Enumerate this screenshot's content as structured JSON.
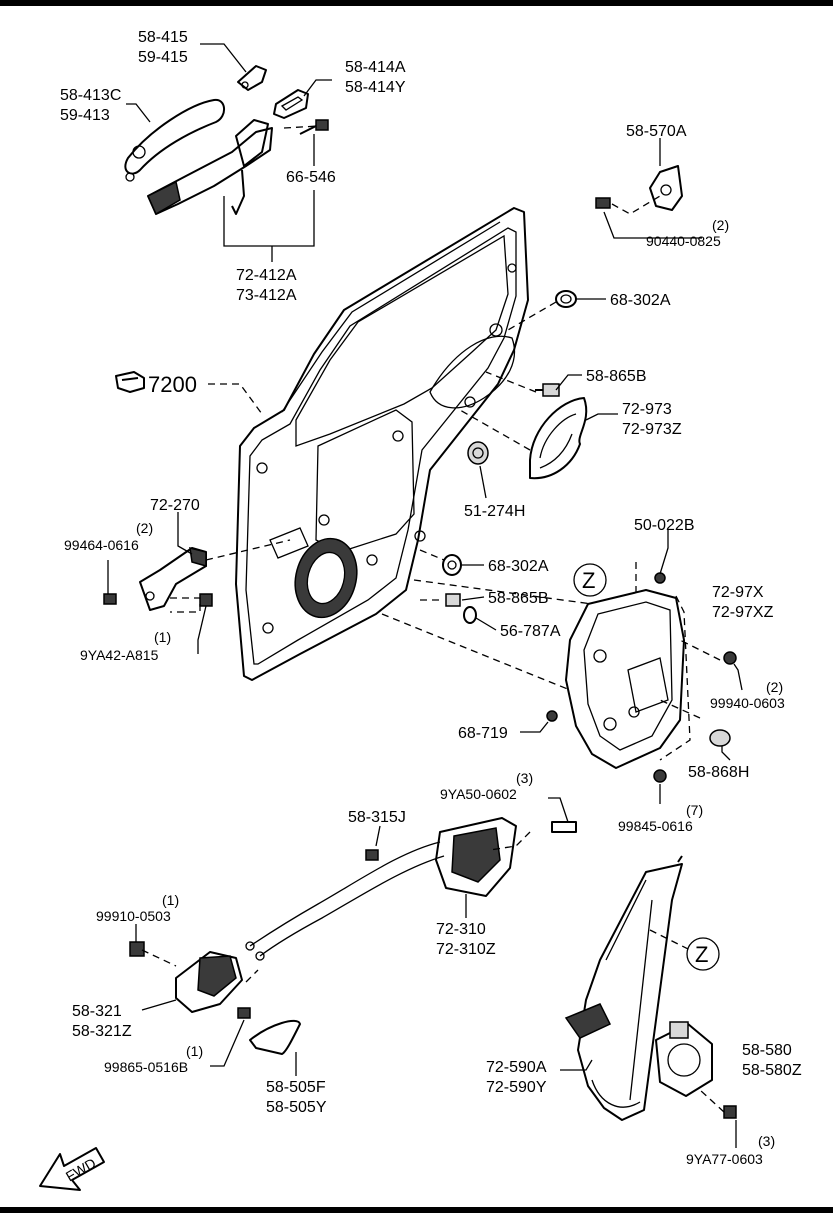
{
  "reference_arrow": {
    "code": "7200"
  },
  "zone_marker": "Z",
  "direction_indicator": "FWD",
  "callouts": [
    {
      "id": "c1",
      "lines": [
        "58-415",
        "59-415"
      ]
    },
    {
      "id": "c2",
      "lines": [
        "58-414A",
        "58-414Y"
      ]
    },
    {
      "id": "c3",
      "lines": [
        "58-413C",
        "59-413"
      ]
    },
    {
      "id": "c4",
      "lines": [
        "66-546"
      ]
    },
    {
      "id": "c5",
      "lines": [
        "72-412A",
        "73-412A"
      ]
    },
    {
      "id": "c6",
      "lines": [
        "58-570A"
      ]
    },
    {
      "id": "c7",
      "qty": "(2)",
      "lines": [
        "90440-0825"
      ]
    },
    {
      "id": "c8",
      "lines": [
        "68-302A"
      ]
    },
    {
      "id": "c9",
      "lines": [
        "58-865B"
      ]
    },
    {
      "id": "c10",
      "lines": [
        "72-973",
        "72-973Z"
      ]
    },
    {
      "id": "c11",
      "lines": [
        "51-274H"
      ]
    },
    {
      "id": "c12",
      "lines": [
        "72-270"
      ]
    },
    {
      "id": "c13",
      "qty": "(2)",
      "lines": [
        "99464-0616"
      ]
    },
    {
      "id": "c14",
      "qty": "(1)",
      "lines": [
        "9YA42-A815"
      ]
    },
    {
      "id": "c15",
      "lines": [
        "50-022B"
      ]
    },
    {
      "id": "c16",
      "lines": [
        "68-302A"
      ]
    },
    {
      "id": "c17",
      "lines": [
        "72-97X",
        "72-97XZ"
      ]
    },
    {
      "id": "c18",
      "lines": [
        "58-865B"
      ]
    },
    {
      "id": "c19",
      "lines": [
        "56-787A"
      ]
    },
    {
      "id": "c20",
      "qty": "(2)",
      "lines": [
        "99940-0603"
      ]
    },
    {
      "id": "c21",
      "lines": [
        "68-719"
      ]
    },
    {
      "id": "c22",
      "lines": [
        "58-868H"
      ]
    },
    {
      "id": "c23",
      "qty": "(3)",
      "lines": [
        "9YA50-0602"
      ]
    },
    {
      "id": "c24",
      "qty": "(7)",
      "lines": [
        "99845-0616"
      ]
    },
    {
      "id": "c25",
      "lines": [
        "58-315J"
      ]
    },
    {
      "id": "c26",
      "lines": [
        "72-310",
        "72-310Z"
      ]
    },
    {
      "id": "c27",
      "qty": "(1)",
      "lines": [
        "99910-0503"
      ]
    },
    {
      "id": "c28",
      "lines": [
        "58-321",
        "58-321Z"
      ]
    },
    {
      "id": "c29",
      "qty": "(1)",
      "lines": [
        "99865-0516B"
      ]
    },
    {
      "id": "c30",
      "lines": [
        "58-505F",
        "58-505Y"
      ]
    },
    {
      "id": "c31",
      "lines": [
        "72-590A",
        "72-590Y"
      ]
    },
    {
      "id": "c32",
      "lines": [
        "58-580",
        "58-580Z"
      ]
    },
    {
      "id": "c33",
      "qty": "(3)",
      "lines": [
        "9YA77-0603"
      ]
    }
  ]
}
